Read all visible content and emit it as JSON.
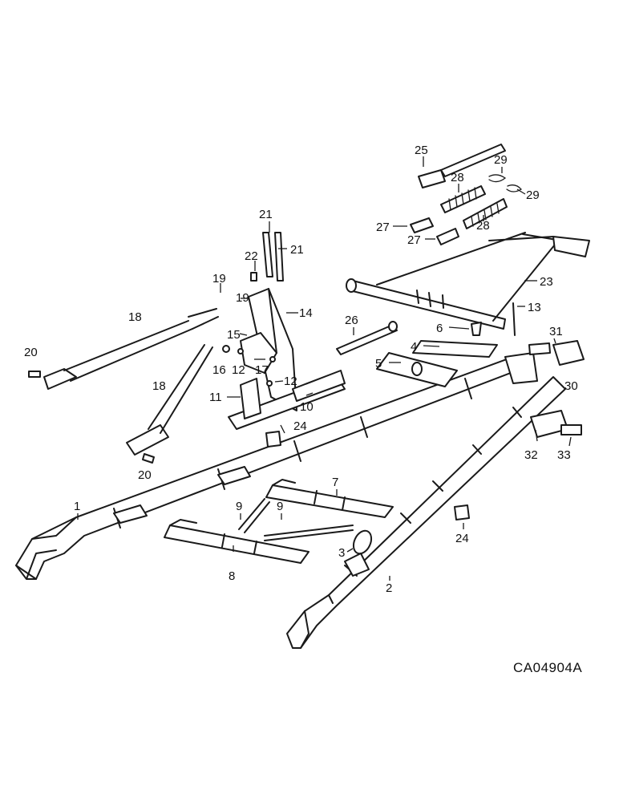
{
  "drawing_code": "CA04904A",
  "callouts": {
    "c1": "1",
    "c2": "2",
    "c3": "3",
    "c4": "4",
    "c5": "5",
    "c6": "6",
    "c7": "7",
    "c8": "8",
    "c9a": "9",
    "c9b": "9",
    "c10": "10",
    "c11": "11",
    "c12a": "12",
    "c12b": "12",
    "c13": "13",
    "c14": "14",
    "c15": "15",
    "c16": "16",
    "c17": "17",
    "c18a": "18",
    "c18b": "18",
    "c19a": "19",
    "c19b": "19",
    "c20a": "20",
    "c20b": "20",
    "c21a": "21",
    "c21b": "21",
    "c22": "22",
    "c23": "23",
    "c24a": "24",
    "c24b": "24",
    "c25": "25",
    "c26": "26",
    "c27a": "27",
    "c27b": "27",
    "c28a": "28",
    "c28b": "28",
    "c29a": "29",
    "c29b": "29",
    "c30": "30",
    "c31": "31",
    "c32": "32",
    "c33": "33"
  }
}
